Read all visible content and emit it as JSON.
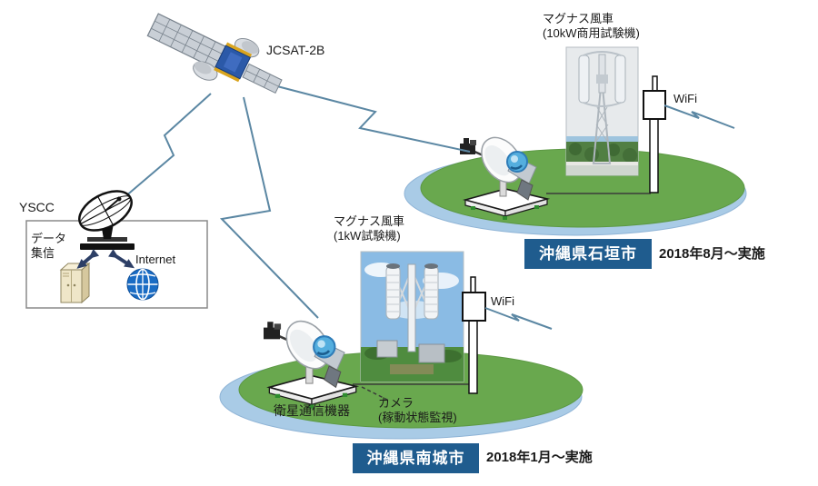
{
  "satellite": {
    "name": "JCSAT-2B"
  },
  "ground_station": {
    "name": "YSCC",
    "data_label_line1": "データ",
    "data_label_line2": "集信",
    "internet_label": "Internet"
  },
  "sites": {
    "ishigaki": {
      "turbine_name": "マグナス風車",
      "turbine_spec": "(10kW商用試験機)",
      "wifi_label": "WiFi",
      "location_badge": "沖縄県石垣市",
      "period": "2018年8月～実施"
    },
    "nanjo": {
      "turbine_name": "マグナス風車",
      "turbine_spec": "(1kW試験機)",
      "wifi_label": "WiFi",
      "equipment_label": "衛星通信機器",
      "camera_label_line1": "カメラ",
      "camera_label_line2": "(稼動状態監視)",
      "location_badge": "沖縄県南城市",
      "period": "2018年1月～実施"
    }
  },
  "colors": {
    "island_green": "#69a84e",
    "water_blue": "#a9cbe6",
    "link_line": "#5b87a3",
    "badge_blue": "#1f5c8e",
    "globe_blue": "#1a6cc4",
    "arrow_navy": "#2d3f66"
  }
}
